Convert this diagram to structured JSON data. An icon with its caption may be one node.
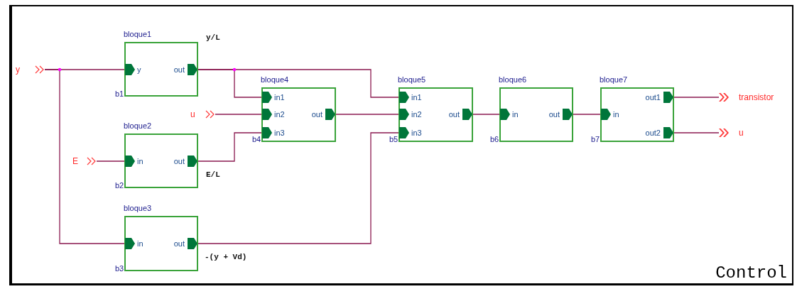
{
  "diagram": {
    "nodes": [
      {
        "text": [
          "y"
        ]
      },
      {
        "text": [
          "bloque1",
          "y",
          "out",
          "b1"
        ]
      },
      {
        "text": [
          "u"
        ]
      },
      {
        "text": [
          "E"
        ]
      },
      {
        "text": [
          "bloque2",
          "in",
          "out",
          "b2"
        ]
      },
      {
        "text": [
          "bloque3",
          "in",
          "out",
          "b3"
        ]
      },
      {
        "text": [
          "bloque4",
          "in1",
          "in2",
          "in3",
          "out",
          "b4"
        ]
      },
      {
        "text": [
          "bloque5",
          "in1",
          "in2",
          "in3",
          "out",
          "b5"
        ]
      },
      {
        "text": [
          "bloque6",
          "in",
          "out",
          "b6"
        ]
      },
      {
        "text": [
          "bloque7",
          "in",
          "out1",
          "out2",
          "b7"
        ]
      },
      {
        "text": [
          "transistor"
        ]
      },
      {
        "text": [
          "u"
        ]
      }
    ],
    "edges": [
      {
        "from": 0,
        "to": 1,
        "arrow": "none"
      },
      {
        "from": 0,
        "to": 5,
        "arrow": "none"
      },
      {
        "from": 1,
        "to": 6,
        "arrow": "none",
        "label": "y/L"
      },
      {
        "from": 1,
        "to": 7,
        "arrow": "none"
      },
      {
        "from": 2,
        "to": 6,
        "arrow": "none"
      },
      {
        "from": 3,
        "to": 4,
        "arrow": "none"
      },
      {
        "from": 4,
        "to": 6,
        "arrow": "none",
        "label": "E/L"
      },
      {
        "from": 5,
        "to": 7,
        "arrow": "none",
        "label": "-(y + Vd)"
      },
      {
        "from": 6,
        "to": 7,
        "arrow": "none"
      },
      {
        "from": 7,
        "to": 8,
        "arrow": "none"
      },
      {
        "from": 8,
        "to": 9,
        "arrow": "none"
      },
      {
        "from": 9,
        "to": 10,
        "arrow": "to"
      },
      {
        "from": 9,
        "to": 11,
        "arrow": "to"
      }
    ],
    "title": "Control"
  }
}
